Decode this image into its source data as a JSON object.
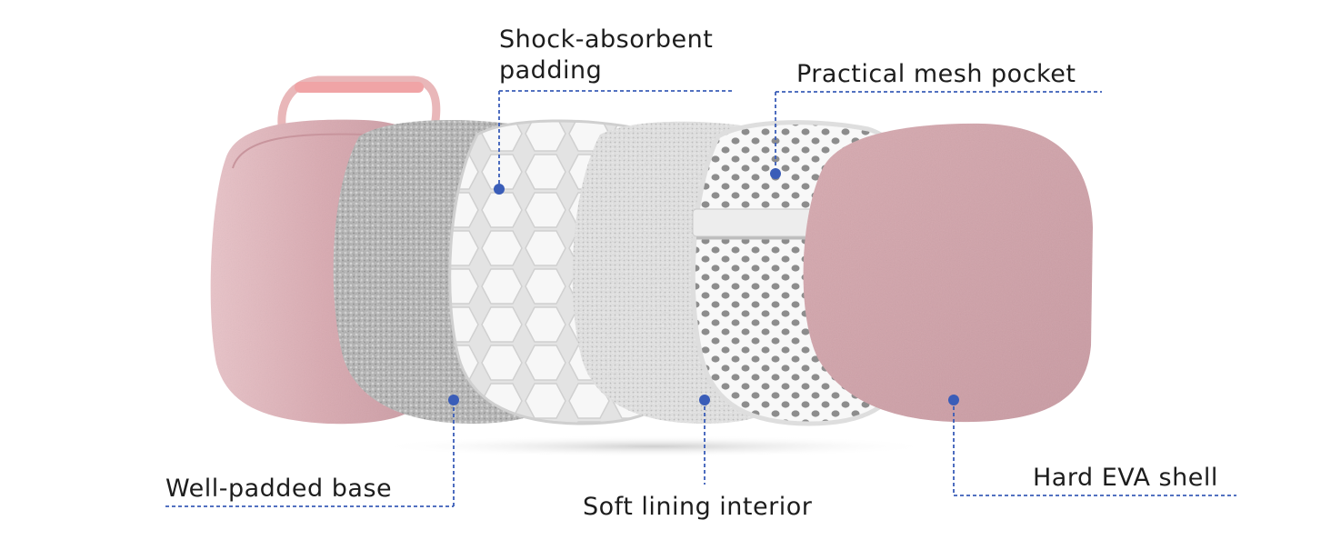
{
  "labels": {
    "shock_line1": "Shock-absorbent",
    "shock_line2": "padding",
    "mesh": "Practical mesh pocket",
    "base": "Well-padded base",
    "soft": "Soft lining interior",
    "shell": "Hard EVA shell"
  },
  "colors": {
    "callout": "#3a5db8",
    "shell_pink": "#d9aab1",
    "handle_pink": "#f0a4a6",
    "foam_gray": "#a9a9a9",
    "hex_white": "#f4f4f4",
    "lining_gray": "#e2e2e2",
    "mesh_white": "#fafafa",
    "text": "#1d1d1d"
  },
  "layers": [
    {
      "name": "hard-eva-shell-back",
      "icon": "case-shell"
    },
    {
      "name": "well-padded-base",
      "icon": "foam-layer"
    },
    {
      "name": "shock-absorbent-padding",
      "icon": "hex-foam-layer"
    },
    {
      "name": "soft-lining-interior",
      "icon": "lining-layer"
    },
    {
      "name": "practical-mesh-pocket",
      "icon": "mesh-layer"
    },
    {
      "name": "hard-eva-shell-front",
      "icon": "fabric-lid"
    }
  ]
}
